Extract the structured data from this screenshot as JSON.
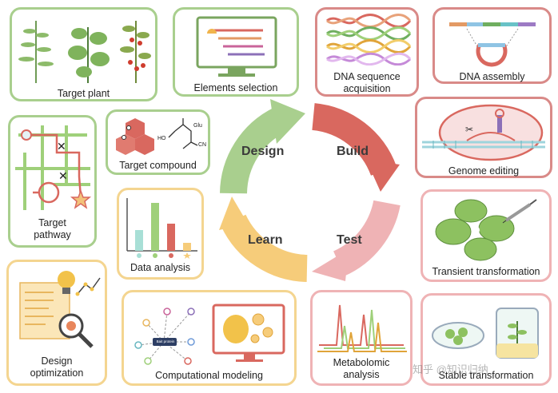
{
  "cycle": {
    "design": "Design",
    "build": "Build",
    "test": "Test",
    "learn": "Learn",
    "colors": {
      "design": "#a9cf8e",
      "build": "#d9685f",
      "test": "#efb3b5",
      "learn": "#f6cc7a"
    }
  },
  "cards": {
    "target_plant": "Target plant",
    "elements_selection": "Elements selection",
    "dna_sequence_1": "DNA sequence",
    "dna_sequence_2": "acquisition",
    "dna_assembly": "DNA assembly",
    "target_compound": "Target compound",
    "target_pathway_1": "Target",
    "target_pathway_2": "pathway",
    "genome_editing": "Genome editing",
    "data_analysis": "Data analysis",
    "transient_transformation": "Transient transformation",
    "design_optimization_1": "Design",
    "design_optimization_2": "optimization",
    "computational_modeling": "Computational modeling",
    "metabolomic_1": "Metabolomic",
    "metabolomic_2": "analysis",
    "stable_transformation": "Stable transformation"
  },
  "molecule": {
    "glu": "Glu",
    "cn": "CN",
    "ho": "HO"
  },
  "model_box_text": "Bait protein",
  "watermark": "知乎 @知识归纳"
}
